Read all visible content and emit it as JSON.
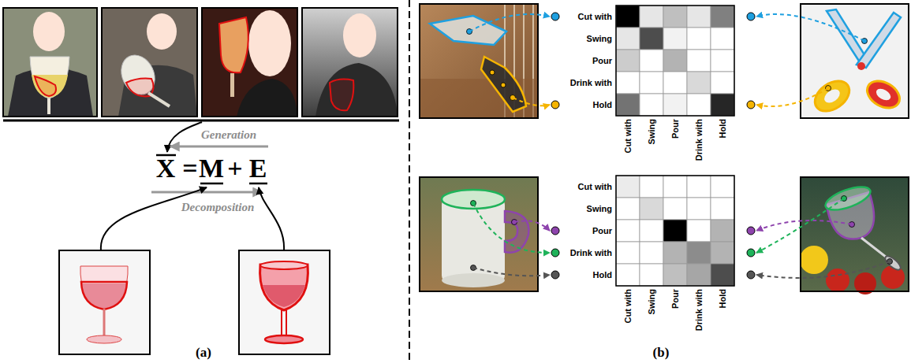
{
  "diagram": {
    "labels": [
      "Generation",
      "Decomposition",
      "X",
      "=",
      "M",
      "+",
      "E",
      "Cut with",
      "Swing",
      "Pour",
      "Drink with",
      "Hold",
      "Cut with",
      "Swing",
      "Pour",
      "Drink with",
      "Hold",
      "Cut with",
      "Swing",
      "Pour",
      "Drink with",
      "Hold",
      "Cut with",
      "Swing",
      "Pour",
      "Drink with",
      "Hold",
      "(a)",
      "(b)"
    ]
  }
}
